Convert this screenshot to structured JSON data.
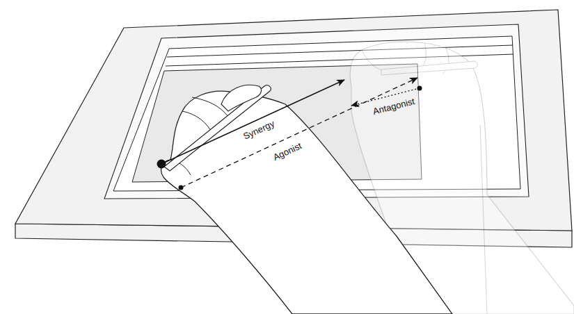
{
  "diagram": {
    "labels": [
      "Synergy",
      "Agonist",
      "Antagonist"
    ]
  }
}
